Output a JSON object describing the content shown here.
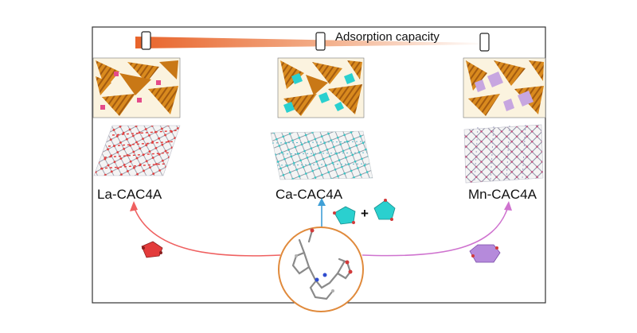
{
  "figure": {
    "capacity_label": "Adsorption capacity",
    "frameworks": [
      {
        "label": "La-CAC4A"
      },
      {
        "label": "Ca-CAC4A"
      },
      {
        "label": "Mn-CAC4A"
      }
    ],
    "plus_sign": "+",
    "colors": {
      "gradient_start": "#e8632a",
      "gradient_end": "#ffffff",
      "la_arrow": "#ef6060",
      "ca_arrow": "#3f9fd6",
      "mn_arrow": "#cf73cf",
      "center_ring": "#e08a3c",
      "border": "#333333",
      "la_cluster": "#e33b3b",
      "ca_cluster": "#2ad0cf",
      "mn_cluster": "#b58adb",
      "crystal_orange": "#cc7a16"
    }
  }
}
